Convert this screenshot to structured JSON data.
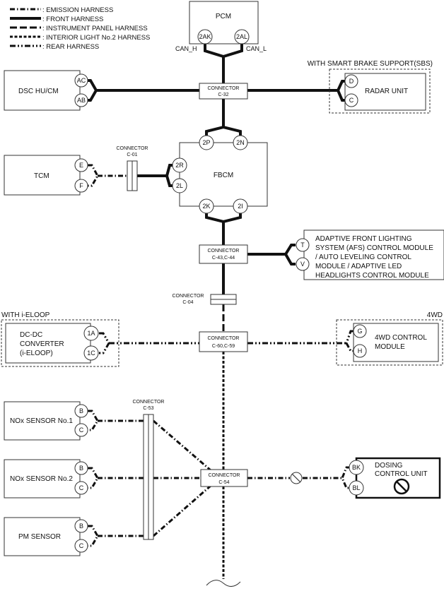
{
  "legend": [
    {
      "label": ": EMISSION HARNESS",
      "style": "emission"
    },
    {
      "label": ": FRONT HARNESS",
      "style": "front"
    },
    {
      "label": ": INSTRUMENT PANEL HARNESS",
      "style": "instrument"
    },
    {
      "label": ": INTERIOR LIGHT No.2 HARNESS",
      "style": "interior"
    },
    {
      "label": ": REAR HARNESS",
      "style": "rear"
    }
  ],
  "pcm": {
    "label": "PCM",
    "pin_a": "2AK",
    "pin_b": "2AL",
    "can_h": "CAN_H",
    "can_l": "CAN_L"
  },
  "dsc": {
    "label": "DSC HU/CM",
    "pin_a": "AC",
    "pin_b": "AB"
  },
  "sbs": {
    "note": "WITH SMART BRAKE SUPPORT(SBS)",
    "label": "RADAR UNIT",
    "pin_a": "D",
    "pin_b": "C"
  },
  "c32": {
    "title": "CONNECTOR",
    "id": "C-32"
  },
  "fbcm": {
    "label": "FBCM",
    "pin_2p": "2P",
    "pin_2n": "2N",
    "pin_2r": "2R",
    "pin_2l": "2L",
    "pin_2k": "2K",
    "pin_2i": "2I"
  },
  "tcm": {
    "label": "TCM",
    "pin_a": "E",
    "pin_b": "F"
  },
  "c01": {
    "title": "CONNECTOR",
    "id": "C-01"
  },
  "c43": {
    "title": "CONNECTOR",
    "id": "C-43,C-44"
  },
  "afs": {
    "lines": [
      "ADAPTIVE FRONT LIGHTING",
      "SYSTEM (AFS) CONTROL MODULE",
      "/ AUTO LEVELING CONTROL",
      "MODULE / ADAPTIVE LED",
      "HEADLIGHTS CONTROL MODULE"
    ],
    "pin_a": "T",
    "pin_b": "V"
  },
  "c04": {
    "title": "CONNECTOR",
    "id": "C-04"
  },
  "ieloop": {
    "note": "WITH i-ELOOP",
    "lines": [
      "DC-DC",
      "CONVERTER",
      "(i-ELOOP)"
    ],
    "pin_a": "1A",
    "pin_b": "1C"
  },
  "c60": {
    "title": "CONNECTOR",
    "id": "C-60,C-59"
  },
  "fwd": {
    "note": "4WD",
    "lines": [
      "4WD CONTROL",
      "MODULE"
    ],
    "pin_a": "G",
    "pin_b": "H"
  },
  "c53": {
    "title": "CONNECTOR",
    "id": "C-53"
  },
  "nox1": {
    "label": "NOx SENSOR No.1",
    "pin_a": "B",
    "pin_b": "C"
  },
  "nox2": {
    "label": "NOx SENSOR No.2",
    "pin_a": "B",
    "pin_b": "C"
  },
  "pm": {
    "label": "PM SENSOR",
    "pin_a": "B",
    "pin_b": "C"
  },
  "c54": {
    "title": "CONNECTOR",
    "id": "C-54"
  },
  "dosing": {
    "lines": [
      "DOSING",
      "CONTROL UNIT"
    ],
    "pin_a": "BK",
    "pin_b": "BL",
    "icon": "prohibited-icon"
  }
}
